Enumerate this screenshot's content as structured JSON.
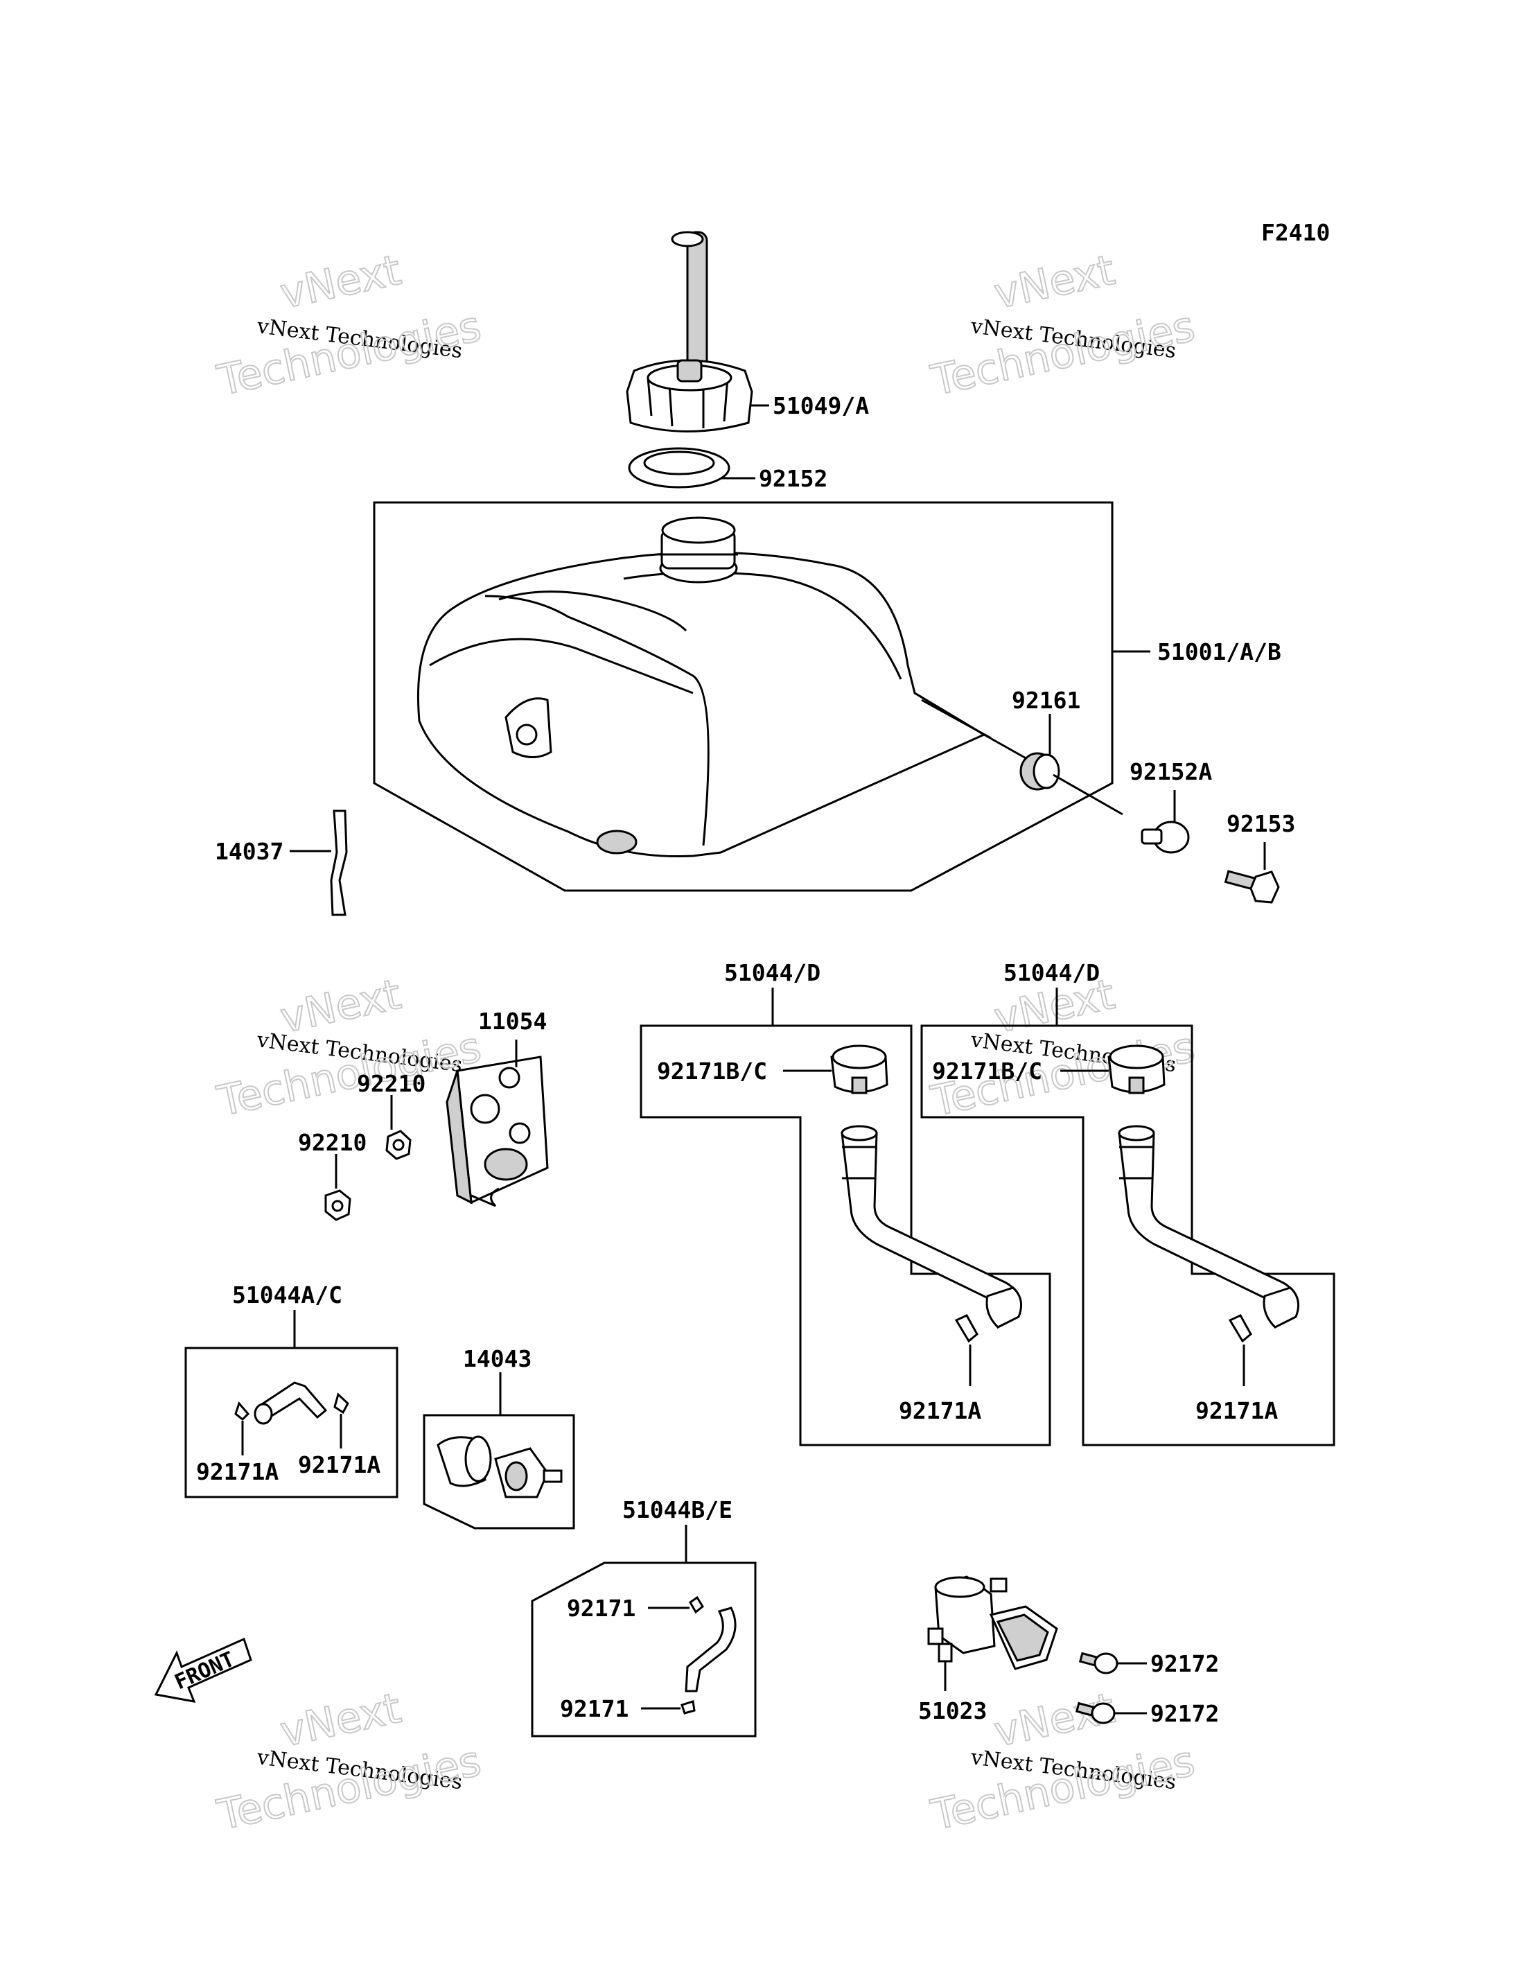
{
  "figure_code": "F2410",
  "labels": {
    "cap": "51049/A",
    "gasket": "92152",
    "tank": "51001/A/B",
    "grommet": "92161",
    "collar": "92152A",
    "bolt": "92153",
    "band": "14037",
    "bracket": "11054",
    "nut_upper": "92210",
    "nut_lower": "92210",
    "hose_set_a": "51044A/C",
    "clamp_a1": "92171A",
    "clamp_a2": "92171A",
    "filter": "14043",
    "hose_set_b": "51044B/E",
    "clamp_b1": "92171",
    "clamp_b2": "92171",
    "hose_d1": "51044/D",
    "clamp_d1_top": "92171B/C",
    "clamp_d1_bottom": "92171A",
    "hose_d2": "51044/D",
    "clamp_d2_top": "92171B/C",
    "clamp_d2_bottom": "92171A",
    "cock": "51023",
    "screw_1": "92172",
    "screw_2": "92172",
    "front": "FRONT"
  },
  "watermarks": [
    {
      "line1": "vNext Technologies",
      "line2": "Technologies"
    },
    {
      "line1": "vNext Technologies",
      "line2": "Technologies"
    },
    {
      "line1": "vNext Technologies",
      "line2": "Technologies"
    },
    {
      "line1": "vNext Technologies",
      "line2": "Technologies"
    },
    {
      "line1": "vNext Technologies",
      "line2": "Technologies"
    },
    {
      "line1": "vNext Technologies",
      "line2": "Technologies"
    }
  ],
  "watermark_logo": "vNext"
}
